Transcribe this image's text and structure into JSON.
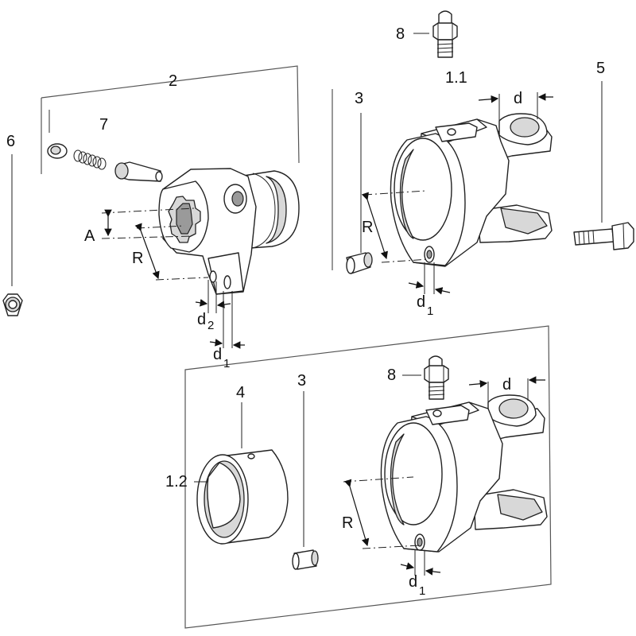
{
  "labels": {
    "part_2": "2",
    "part_7": "7",
    "part_6": "6",
    "part_8": "8",
    "part_1_1": "1.1",
    "part_3": "3",
    "part_5": "5",
    "part_4": "4",
    "part_1_2": "1.2",
    "dim_A": "A",
    "dim_R": "R",
    "dim_d": "d",
    "sub_1": "1",
    "sub_2": "2"
  }
}
